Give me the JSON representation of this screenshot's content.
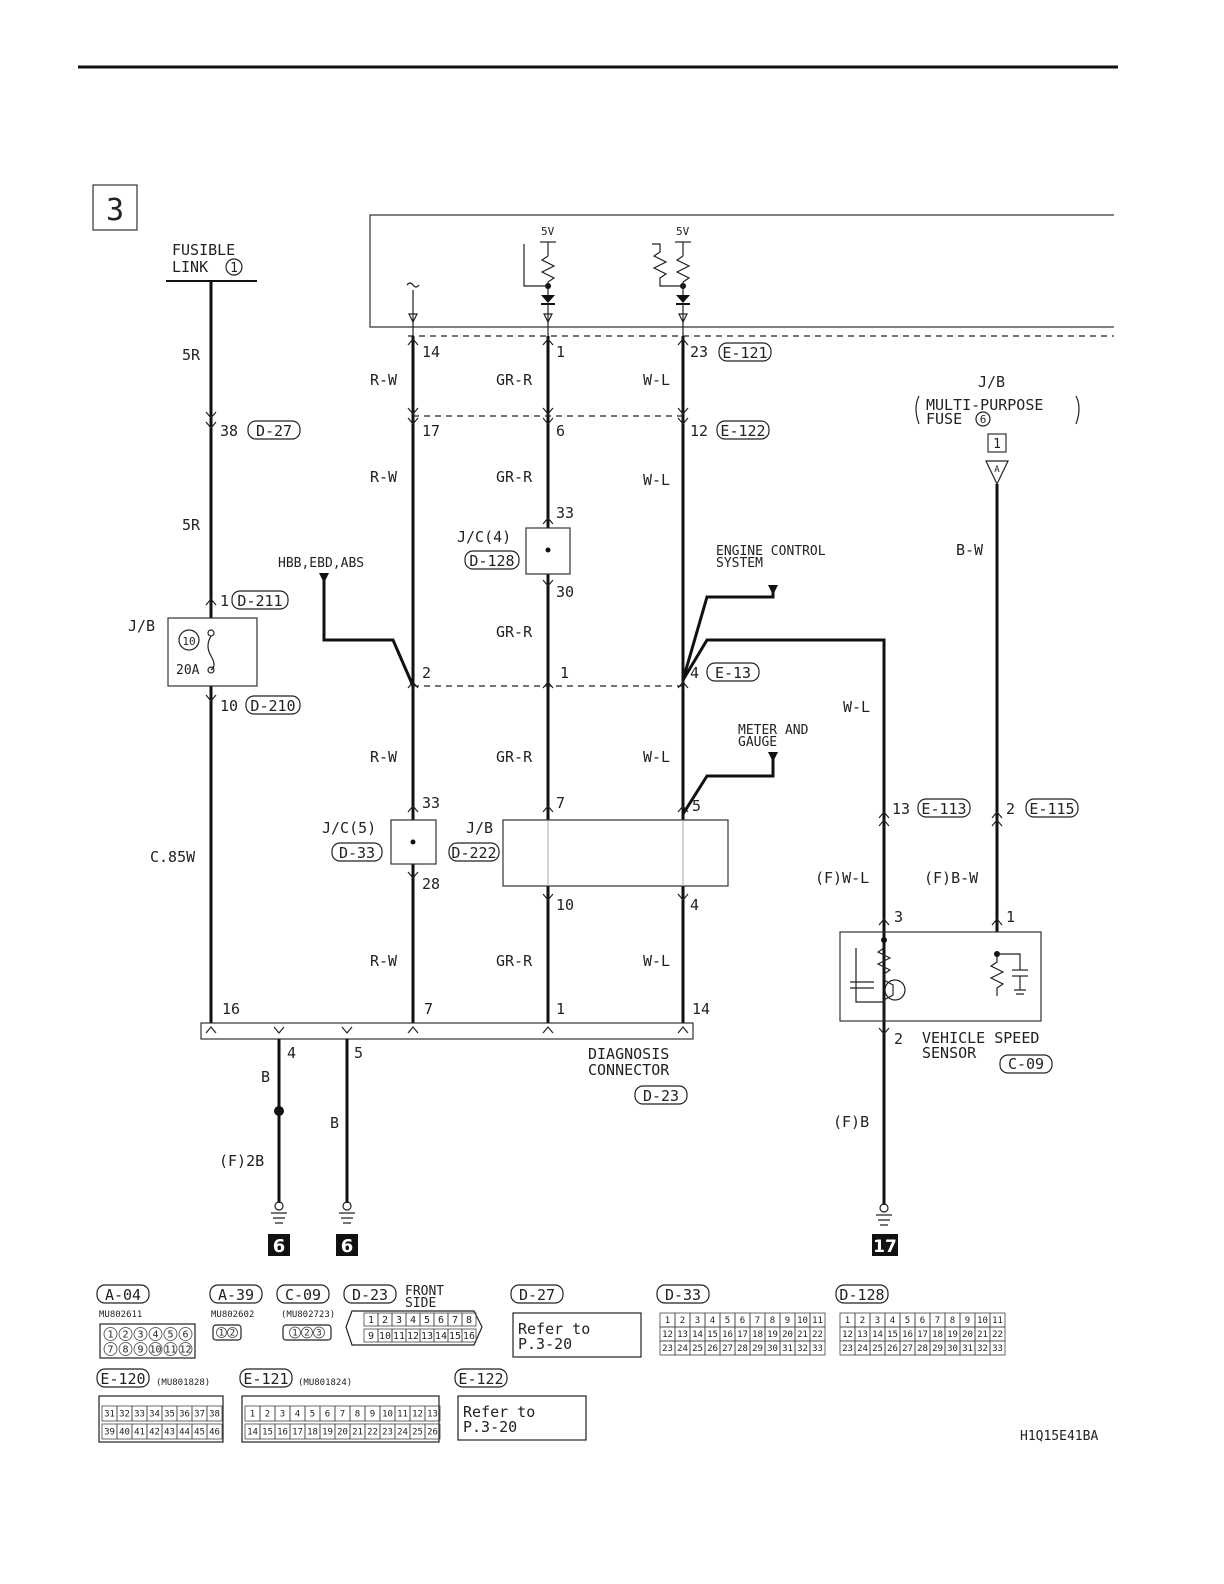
{
  "page": {
    "section_number": "3",
    "figure_code": "H1Q15E41BA"
  },
  "wires": {
    "fusible_link_line1": "FUSIBLE",
    "fusible_link_line2": "LINK",
    "fusible_link_no": "1",
    "w_5r_a": "5R",
    "w_5r_b": "5R",
    "w_085w": "C.85W",
    "w_rw_a": "R-W",
    "w_rw_b": "R-W",
    "w_rw_c": "R-W",
    "w_rw_d": "R-W",
    "w_grr_a": "GR-R",
    "w_grr_b": "GR-R",
    "w_grr_c": "GR-R",
    "w_grr_d": "GR-R",
    "w_grr_e": "GR-R",
    "w_wl_a": "W-L",
    "w_wl_b": "W-L",
    "w_wl_c": "W-L",
    "w_wl_d": "W-L",
    "w_wl_e": "W-L",
    "w_bw": "B-W",
    "w_fwl": "(F)W-L",
    "w_fbw": "(F)B-W",
    "w_b_a": "B",
    "w_b_b": "B",
    "w_f2b": "(F)2B",
    "w_fb": "(F)B"
  },
  "pins": {
    "p14": "14",
    "p1": "1",
    "p23": "23",
    "p38": "38",
    "p17": "17",
    "p6": "6",
    "p12": "12",
    "p33a": "33",
    "p30": "30",
    "p1b": "1",
    "p2": "2",
    "p1c": "1",
    "p4": "4",
    "p10": "10",
    "p33b": "33",
    "p7": "7",
    "p5": "5",
    "p28": "28",
    "p10b": "10",
    "p4b": "4",
    "p16": "16",
    "p7b": "7",
    "p1d": "1",
    "p14b": "14",
    "p4c": "4",
    "p5b": "5",
    "p13": "13",
    "p2b": "2",
    "p3": "3",
    "p1e": "1",
    "p2c": "2"
  },
  "connectors": {
    "e121": "E-121",
    "e122": "E-122",
    "d27": "D-27",
    "d211": "D-211",
    "d210": "D-210",
    "d128": "D-128",
    "e13": "E-13",
    "d33": "D-33",
    "d222": "D-222",
    "e113": "E-113",
    "e115": "E-115",
    "d23": "D-23",
    "c09": "C-09"
  },
  "components": {
    "jb": "J/B",
    "fuse_no": "10",
    "fuse_amp": "20A",
    "jc4": "J/C(4)",
    "jc5": "J/C(5)",
    "jb2": "J/B",
    "jb3": "J/B",
    "multi_purpose_1": "MULTI-PURPOSE",
    "multi_purpose_2": "FUSE",
    "multi_purpose_no": "6",
    "ref_box": "1",
    "ref_a": "A",
    "hbb": "HBB,EBD,ABS",
    "engine_1": "ENGINE CONTROL",
    "engine_2": "SYSTEM",
    "meter_1": "METER AND",
    "meter_2": "GAUGE",
    "diag_1": "DIAGNOSIS",
    "diag_2": "CONNECTOR",
    "vss_1": "VEHICLE SPEED",
    "vss_2": "SENSOR",
    "v5_a": "5V",
    "v5_b": "5V",
    "ground_6a": "6",
    "ground_6b": "6",
    "ground_17": "17"
  },
  "legend": {
    "a04": "A-04",
    "a04_pn": "MU802611",
    "a39": "A-39",
    "a39_pn": "MU802602",
    "c09": "C-09",
    "c09_pn": "(MU802723)",
    "d23": "D-23",
    "front_1": "FRONT",
    "front_2": "SIDE",
    "d27": "D-27",
    "d33": "D-33",
    "d128": "D-128",
    "e120": "E-120",
    "e120_pn": "(MU801828)",
    "e121": "E-121",
    "e121_pn": "(MU801824)",
    "e122": "E-122",
    "refer_1": "Refer to",
    "refer_2": "P.3-20",
    "refer_3": "Refer to",
    "refer_4": "P.3-20",
    "a04_top": [
      "1",
      "2",
      "3",
      "4",
      "5",
      "6"
    ],
    "a04_bot": [
      "7",
      "8",
      "9",
      "10",
      "11",
      "12"
    ],
    "a39_pins": [
      "1",
      "2"
    ],
    "c09_pins": [
      "1",
      "2",
      "3"
    ],
    "d23_top": [
      "1",
      "2",
      "3",
      "4",
      "5",
      "6",
      "7",
      "8"
    ],
    "d23_bot": [
      "9",
      "10",
      "11",
      "12",
      "13",
      "14",
      "15",
      "16"
    ],
    "d33_r1": [
      "1",
      "2",
      "3",
      "4",
      "5",
      "6",
      "7",
      "8",
      "9",
      "10",
      "11"
    ],
    "d33_r2": [
      "12",
      "13",
      "14",
      "15",
      "16",
      "17",
      "18",
      "19",
      "20",
      "21",
      "22"
    ],
    "d33_r3": [
      "23",
      "24",
      "25",
      "26",
      "27",
      "28",
      "29",
      "30",
      "31",
      "32",
      "33"
    ],
    "e120_top": [
      "31",
      "32",
      "33",
      "34",
      "35",
      "36",
      "37",
      "38"
    ],
    "e120_bot": [
      "39",
      "40",
      "41",
      "42",
      "43",
      "44",
      "45",
      "46"
    ],
    "e121_top": [
      "1",
      "2",
      "3",
      "4",
      "5",
      "6",
      "7",
      "8",
      "9",
      "10",
      "11",
      "12",
      "13"
    ],
    "e121_bot": [
      "14",
      "15",
      "16",
      "17",
      "18",
      "19",
      "20",
      "21",
      "22",
      "23",
      "24",
      "25",
      "26"
    ]
  }
}
